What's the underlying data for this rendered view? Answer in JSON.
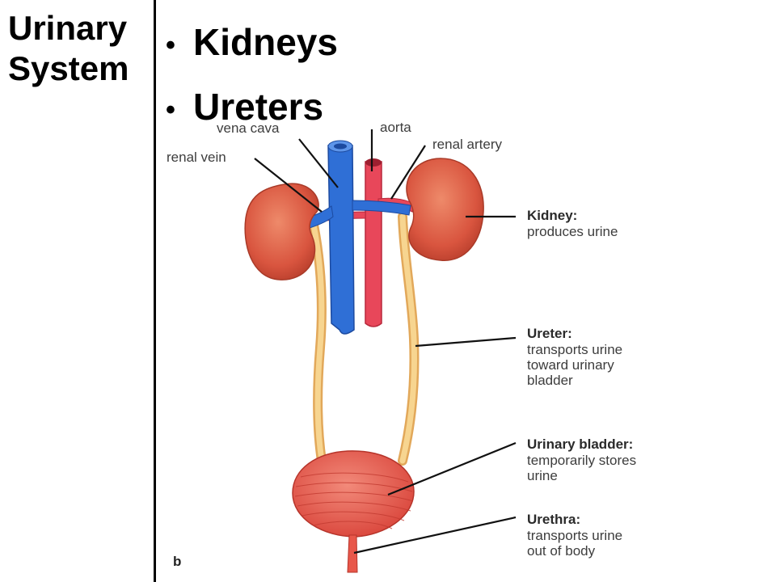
{
  "side_title": {
    "line1": "Urinary",
    "line2": "System"
  },
  "bullets": [
    {
      "text": "Kidneys"
    },
    {
      "text": "Ureters"
    }
  ],
  "diagram": {
    "figure_letter": "b",
    "labels": {
      "vena_cava": "vena cava",
      "aorta": "aorta",
      "renal_artery": "renal artery",
      "renal_vein": "renal vein"
    },
    "callouts": {
      "kidney": {
        "title": "Kidney:",
        "desc": [
          "produces urine"
        ]
      },
      "ureter": {
        "title": "Ureter:",
        "desc": [
          "transports urine",
          "toward urinary",
          "bladder"
        ]
      },
      "bladder": {
        "title": "Urinary bladder:",
        "desc": [
          "temporarily stores",
          "urine"
        ]
      },
      "urethra": {
        "title": "Urethra:",
        "desc": [
          "transports urine",
          "out of body"
        ]
      }
    },
    "colors": {
      "kidney": "#d9553f",
      "vein": "#2f6fd6",
      "artery": "#e8475a",
      "ureter": "#f3c77a",
      "bladder": "#e8574a"
    }
  }
}
